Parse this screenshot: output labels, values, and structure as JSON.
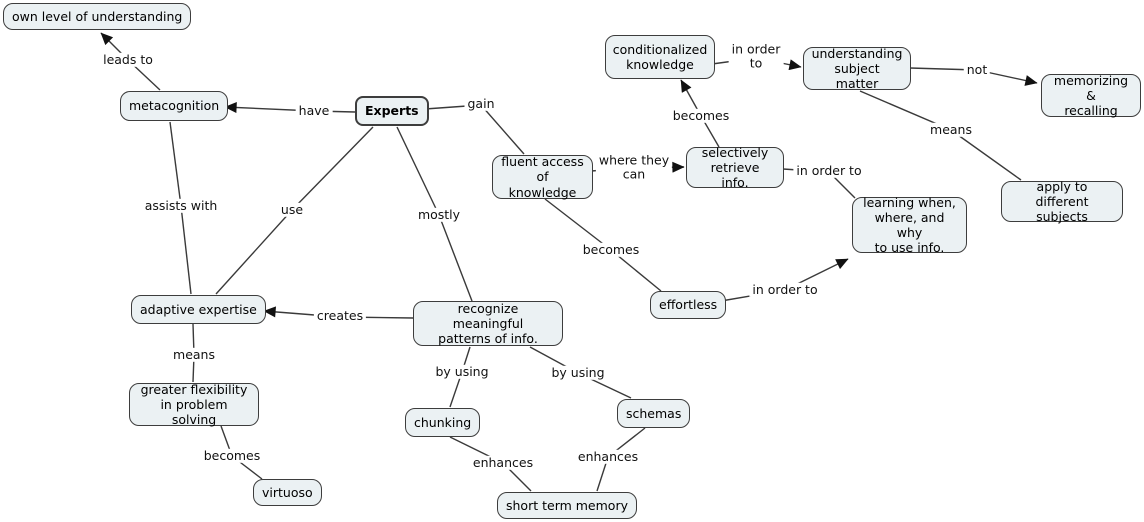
{
  "canvas": {
    "background": "#ffffff",
    "line_color": "#3a3a3a",
    "node_fill": "#ebf1f3",
    "node_border": "#3d3d3d",
    "arrow_color": "#111111"
  },
  "nodes": {
    "own_level": {
      "label": "own level of understanding"
    },
    "metacognition": {
      "label": "metacognition"
    },
    "experts": {
      "label": "Experts"
    },
    "conditionalized": {
      "label": "conditionalized\nknowledge"
    },
    "understanding": {
      "label": "understanding\nsubject matter"
    },
    "memorizing": {
      "label": "memorizing &\nrecalling"
    },
    "fluent": {
      "label": "fluent access\nof knowledge"
    },
    "selectively": {
      "label": "selectively\nretrieve info."
    },
    "learning": {
      "label": "learning when,\nwhere, and why\nto use info."
    },
    "apply": {
      "label": "apply to\ndifferent subjects"
    },
    "adaptive": {
      "label": "adaptive expertise"
    },
    "recognize": {
      "label": "recognize meaningful\npatterns of info."
    },
    "effortless": {
      "label": "effortless"
    },
    "greater": {
      "label": "greater flexibility\nin problem solving"
    },
    "virtuoso": {
      "label": "virtuoso"
    },
    "chunking": {
      "label": "chunking"
    },
    "schemas": {
      "label": "schemas"
    },
    "stm": {
      "label": "short term memory"
    }
  },
  "links": {
    "leads_to": "leads to",
    "have": "have",
    "gain": "gain",
    "in_order_to_1": "in order\nto",
    "not": "not",
    "becomes_1": "becomes",
    "where_they_can": "where they\ncan",
    "in_order_to_2": "in order to",
    "means_1": "means",
    "assists_with": "assists with",
    "use": "use",
    "mostly": "mostly",
    "becomes_2": "becomes",
    "in_order_to_3": "in order to",
    "creates": "creates",
    "means_2": "means",
    "becomes_3": "becomes",
    "by_using_1": "by using",
    "by_using_2": "by using",
    "enhances_1": "enhances",
    "enhances_2": "enhances"
  }
}
